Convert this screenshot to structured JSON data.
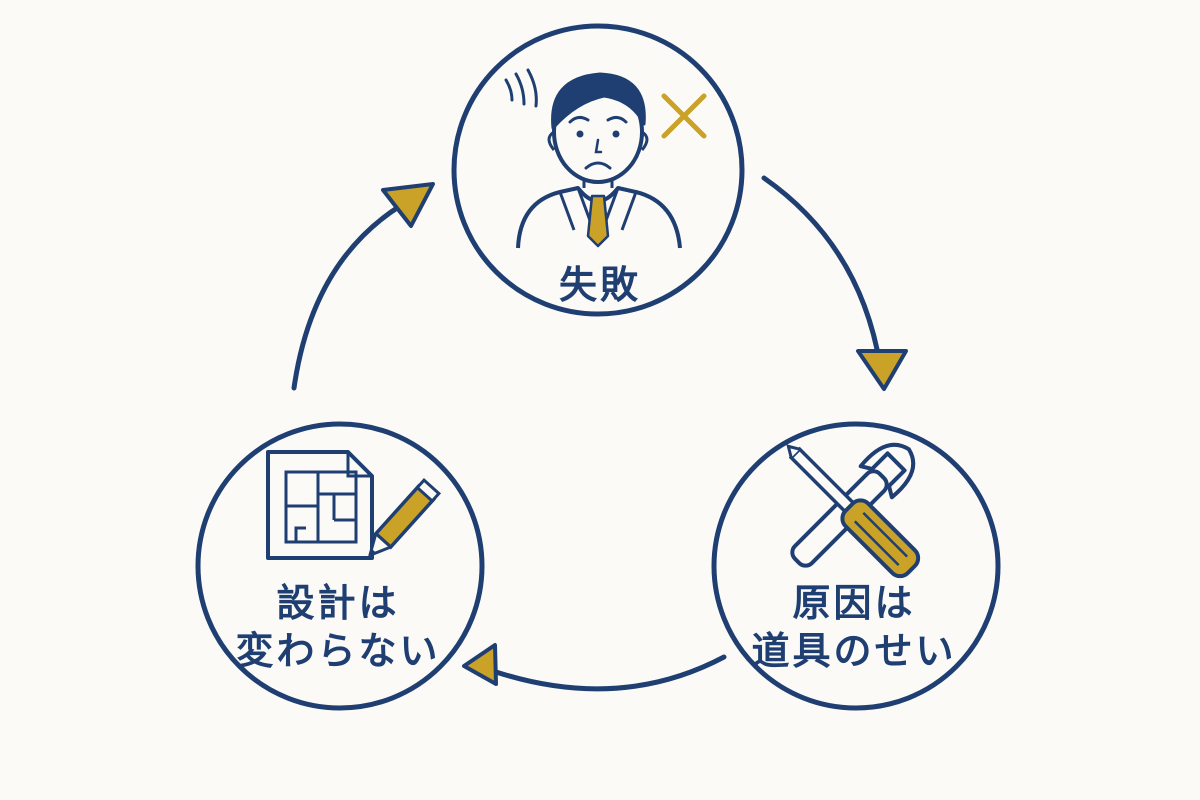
{
  "colors": {
    "navy": "#1f3f73",
    "gold": "#c9a227",
    "background": "#fbfaf6"
  },
  "nodes": {
    "failure": {
      "label": "失敗",
      "icon": "worried-businessman-icon"
    },
    "blame_tools": {
      "label_line1": "原因は",
      "label_line2": "道具のせい",
      "icon": "wrench-screwdriver-icon"
    },
    "design_unchanged": {
      "label_line1": "設計は",
      "label_line2": "変わらない",
      "icon": "blueprint-pencil-icon"
    }
  },
  "marks": {
    "failure_x": "cross-mark-icon",
    "stress_lines": "stress-lines-icon"
  }
}
